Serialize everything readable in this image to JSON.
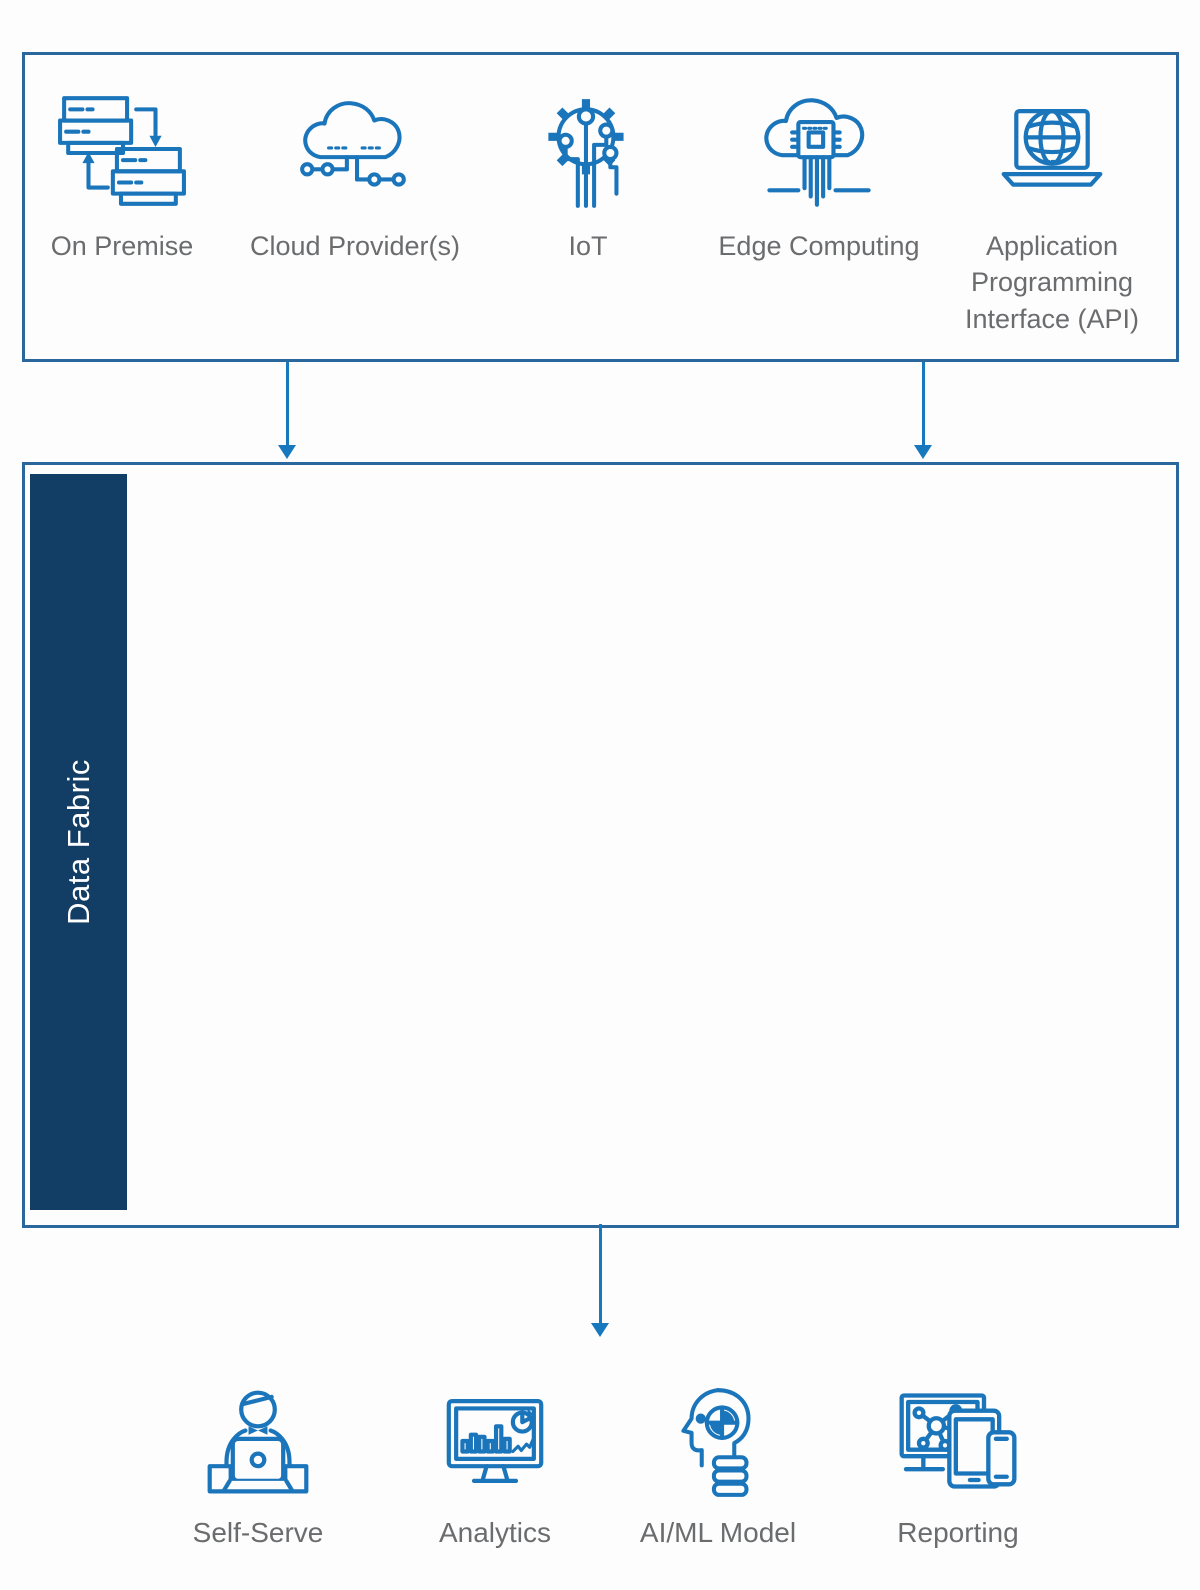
{
  "sources": {
    "items": [
      {
        "label": "On Premise",
        "icon": "servers-sync-icon"
      },
      {
        "label": "Cloud Provider(s)",
        "icon": "cloud-circuit-icon"
      },
      {
        "label": "IoT",
        "icon": "gear-circuit-icon"
      },
      {
        "label": "Edge Computing",
        "icon": "cloud-chip-icon"
      },
      {
        "label": "Application Programming Interface (API)",
        "icon": "laptop-globe-icon"
      }
    ]
  },
  "fabric": {
    "label": "Data Fabric"
  },
  "consumers": {
    "items": [
      {
        "label": "Self-Serve",
        "icon": "person-laptop-icon"
      },
      {
        "label": "Analytics",
        "icon": "monitor-charts-icon"
      },
      {
        "label": "AI/ML Model",
        "icon": "head-ai-icon"
      },
      {
        "label": "Reporting",
        "icon": "devices-network-icon"
      }
    ]
  },
  "colors": {
    "icon_blue": "#1b75bb",
    "arrow_blue": "#1878be",
    "border_blue": "#2a679d",
    "navy_fill": "#123e66",
    "label_gray": "#6b6c6e"
  }
}
